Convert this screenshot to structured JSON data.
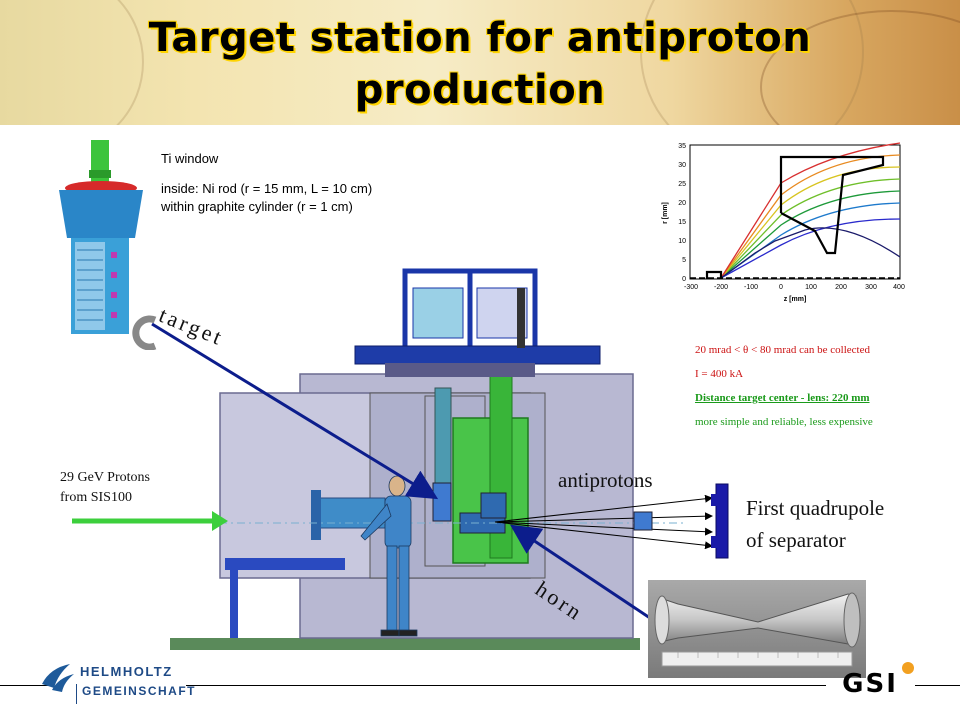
{
  "title": "Target station for antiproton production",
  "target_text": {
    "line1": "Ti window",
    "line2": "inside: Ni rod (r = 15 mm, L = 10 cm)",
    "line3": "within graphite cylinder (r = 1 cm)"
  },
  "labels": {
    "target": "target",
    "protons_line1": "29 GeV Protons",
    "protons_line2": "from SIS100",
    "antiprotons": "antiprotons",
    "quad_line1": "First quadrupole",
    "quad_line2": "of separator",
    "horn": "horn"
  },
  "info": {
    "angle": "20 mrad < θ < 80 mrad can be collected",
    "current": "I = 400 kA",
    "distance": "Distance target center - lens: 220 mm",
    "simple": "more simple and reliable, less expensive"
  },
  "plot": {
    "xlabel": "z [mm]",
    "ylabel": "r [mm]",
    "xticks": [
      "-300",
      "-200",
      "-100",
      "0",
      "100",
      "200",
      "300",
      "400"
    ],
    "yticks": [
      "0",
      "5",
      "10",
      "15",
      "20",
      "25",
      "30",
      "35"
    ]
  },
  "logos": {
    "helmholtz_1": "HELMHOLTZ",
    "helmholtz_2": "GEMEINSCHAFT",
    "gsi": "GSI"
  },
  "colors": {
    "arrow_blue": "#0c1d8c",
    "beam_green": "#3ccf3c",
    "magnet_blue": "#1a1aa8",
    "info_red": "#cc1111",
    "info_green": "#1a9a1a"
  }
}
